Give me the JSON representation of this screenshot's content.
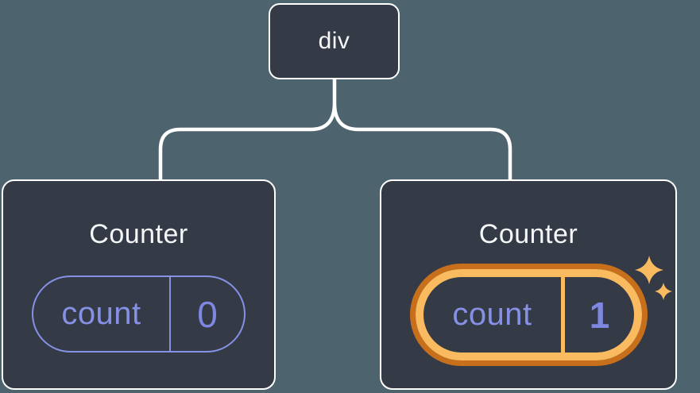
{
  "colors": {
    "canvas_bg": "#4d646f",
    "node_bg": "#343a46",
    "node_border": "#ffffff",
    "text_primary": "#f6f7f9",
    "state_purple": "#8691e6",
    "value_purple": "#7e88e2",
    "highlight_orange": "#f9ba60",
    "highlight_orange_dark": "#c76f1b"
  },
  "icons": {
    "sparkles": "✦"
  },
  "tree": {
    "root": {
      "label": "div"
    },
    "children": [
      {
        "title": "Counter",
        "state": {
          "label": "count",
          "value": "0"
        },
        "highlighted": false
      },
      {
        "title": "Counter",
        "state": {
          "label": "count",
          "value": "1"
        },
        "highlighted": true
      }
    ]
  }
}
